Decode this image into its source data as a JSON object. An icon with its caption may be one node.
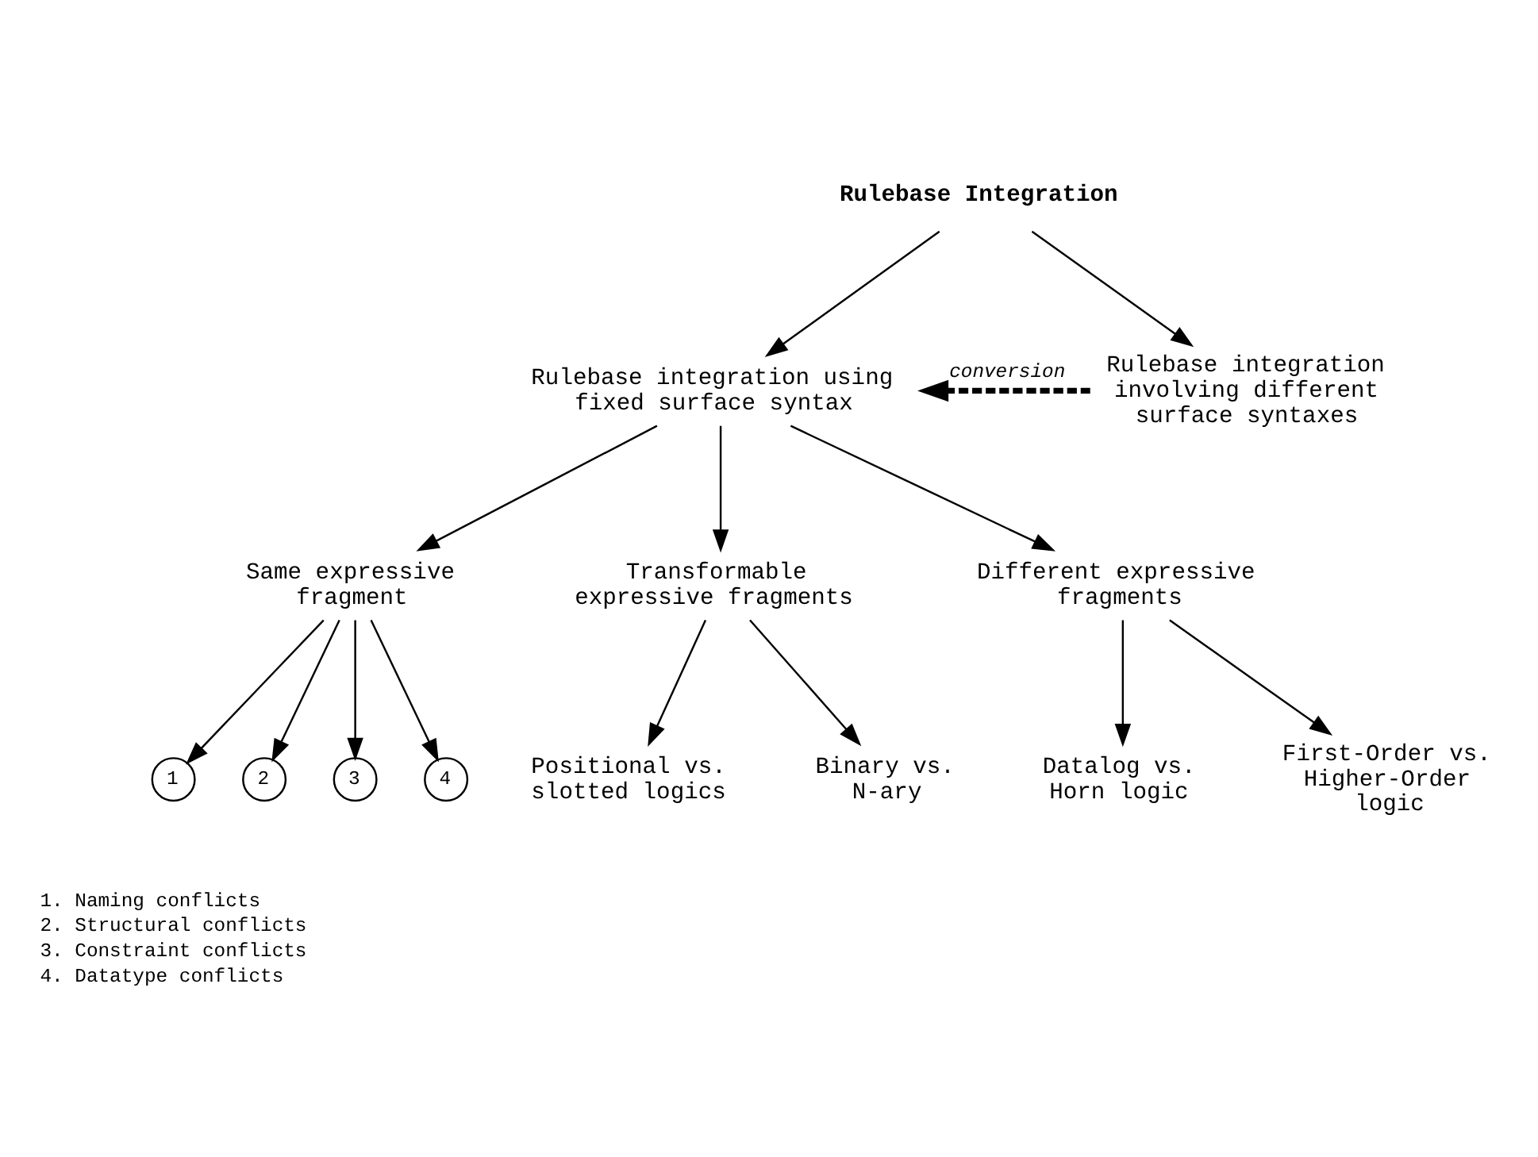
{
  "diagram": {
    "nodes": [
      {
        "text": [
          "Rulebase Integration"
        ]
      },
      {
        "text": [
          "Rulebase integration using fixed surface syntax"
        ]
      },
      {
        "text": [
          "Rulebase integration involving different surface syntaxes"
        ]
      },
      {
        "text": [
          "Same expressive fragment"
        ]
      },
      {
        "text": [
          "Transformable expressive fragments"
        ]
      },
      {
        "text": [
          "Different expressive fragments"
        ]
      },
      {
        "text": [
          "1"
        ]
      },
      {
        "text": [
          "2"
        ]
      },
      {
        "text": [
          "3"
        ]
      },
      {
        "text": [
          "4"
        ]
      },
      {
        "text": [
          "Positional vs. slotted logics"
        ]
      },
      {
        "text": [
          "Binary vs. N-ary"
        ]
      },
      {
        "text": [
          "Datalog vs. Horn logic"
        ]
      },
      {
        "text": [
          "First-Order vs. Higher-Order logic"
        ]
      }
    ],
    "edges": [
      {
        "from": 0,
        "to": 1,
        "arrow": "to"
      },
      {
        "from": 0,
        "to": 2,
        "arrow": "to"
      },
      {
        "from": 2,
        "to": 1,
        "arrow": "to",
        "label": "conversion",
        "style": "dashed"
      },
      {
        "from": 1,
        "to": 3,
        "arrow": "to"
      },
      {
        "from": 1,
        "to": 4,
        "arrow": "to"
      },
      {
        "from": 1,
        "to": 5,
        "arrow": "to"
      },
      {
        "from": 3,
        "to": 6,
        "arrow": "to"
      },
      {
        "from": 3,
        "to": 7,
        "arrow": "to"
      },
      {
        "from": 3,
        "to": 8,
        "arrow": "to"
      },
      {
        "from": 3,
        "to": 9,
        "arrow": "to"
      },
      {
        "from": 4,
        "to": 10,
        "arrow": "to"
      },
      {
        "from": 4,
        "to": 11,
        "arrow": "to"
      },
      {
        "from": 5,
        "to": 12,
        "arrow": "to"
      },
      {
        "from": 5,
        "to": 13,
        "arrow": "to"
      }
    ],
    "labels": [
      "1. Naming conflicts",
      "2. Structural conflicts",
      "3. Constraint conflicts",
      "4. Datatype conflicts"
    ]
  }
}
